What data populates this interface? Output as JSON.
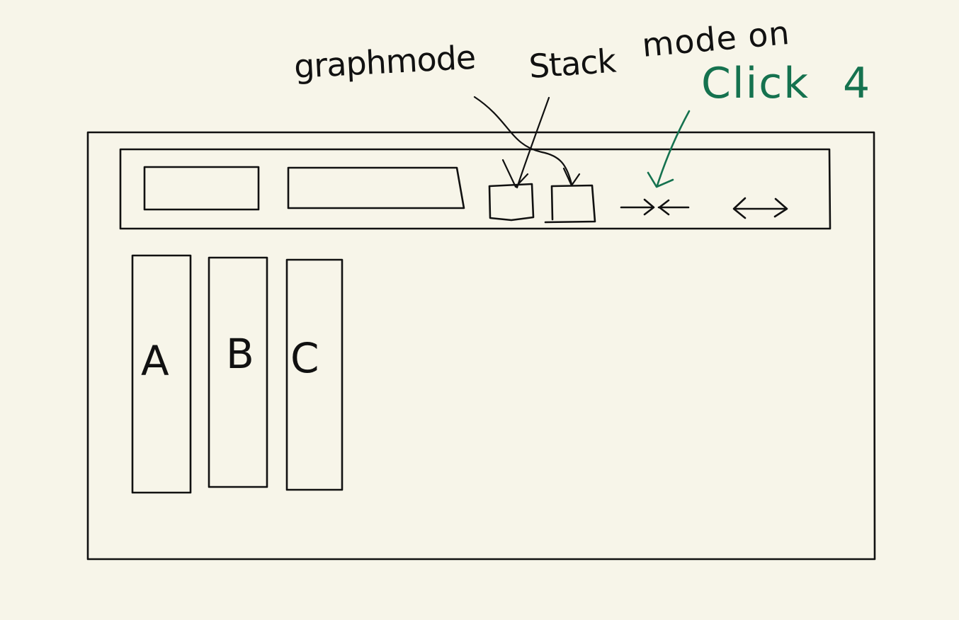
{
  "annotations": {
    "graph_mode": "graphmode",
    "stack_mode_line1": "Stack",
    "stack_mode_line2": "mode on",
    "click_note": "Click",
    "click_note_suffix": "4"
  },
  "columns": [
    {
      "label": "A"
    },
    {
      "label": "B"
    },
    {
      "label": "C"
    }
  ],
  "colors": {
    "ink": "#111111",
    "highlight_ink": "#15724f",
    "paper": "#f7f5e9"
  },
  "icons": {
    "collapse": "arrows-inward-icon",
    "expand": "double-arrow-outward-icon"
  }
}
